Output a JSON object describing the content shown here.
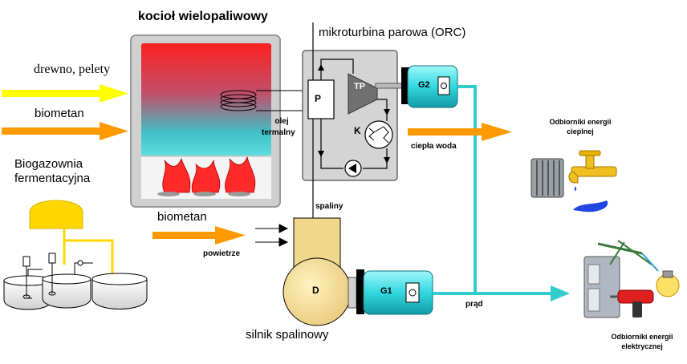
{
  "labels": {
    "boiler_title": "kocioł wielopaliwowy",
    "orc_title": "mikroturbina parowa (ORC)",
    "wood_pellets": "drewno, pelety",
    "biomethane_boiler": "biometan",
    "biogas_plant_line1": "Biogazownia",
    "biogas_plant_line2": "fermentacyjna",
    "biomethane_engine": "biometan",
    "oil_line1": "olej",
    "oil_line2": "termalny",
    "pump_p": "P",
    "turbine": "TP",
    "generator_g2": "G2",
    "condenser_k": "K",
    "hot_water": "ciepła woda",
    "exhaust": "spaliny",
    "air": "powietrze",
    "engine_d": "D",
    "generator_g1": "G1",
    "engine_title": "silnik spalinowy",
    "power": "prąd",
    "heat_receivers_line1": "Odbiorniki energii",
    "heat_receivers_line2": "cieplnej",
    "elec_receivers_line1": "Odbiorniki energii",
    "elec_receivers_line2": "elektrycznej"
  },
  "colors": {
    "flame_red": "#ff2a2a",
    "cyan_line": "#33cccc",
    "yellow_arrow": "#ffff00",
    "orange_arrow": "#ff9900",
    "engine_beige": "#f0d78a",
    "gas_tank_yellow": "#ffd700",
    "orc_box": "#d4d4d4",
    "generator_cyan": "#55eaf0"
  },
  "icons": [
    "radiator-icon",
    "water-tap-icon",
    "appliances-icon",
    "light-bulb-icon",
    "drill-icon"
  ]
}
